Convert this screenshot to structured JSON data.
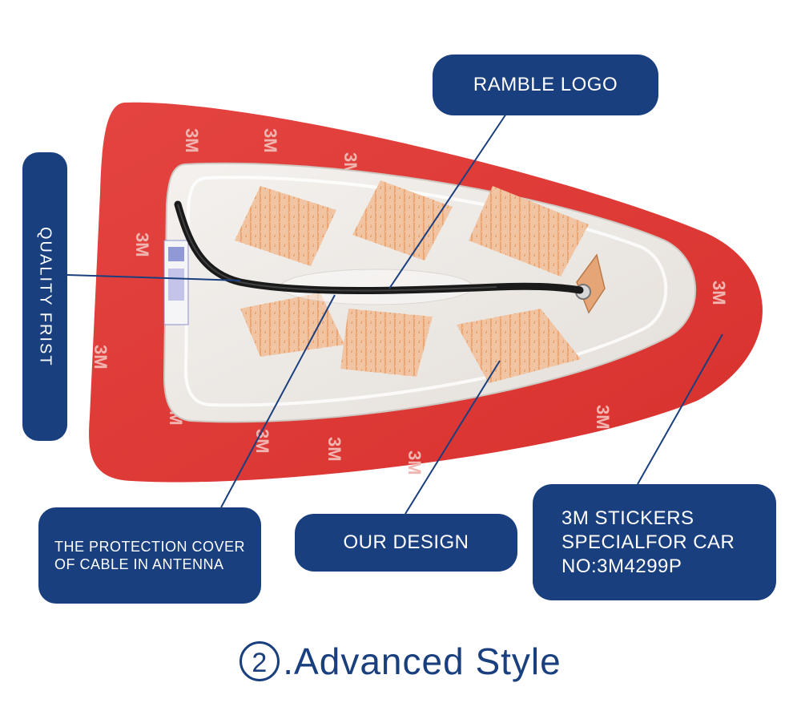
{
  "labels": {
    "ramble_logo": "RAMBLE LOGO",
    "quality": "QUALITY FRIST",
    "protection_cover": "THE PROTECTION COVER\nOF CABLE IN ANTENNA",
    "our_design": "OUR DESIGN",
    "stickers": "3M STICKERS\nSPECIALFOR CAR\nNO:3M4299P"
  },
  "sticker_mark": "3M",
  "caption": {
    "number": "2",
    "text": ".Advanced Style"
  },
  "colors": {
    "label_bg": "#1a3f7f",
    "pad_red": "#e23a36",
    "copper": "#e8a070"
  }
}
